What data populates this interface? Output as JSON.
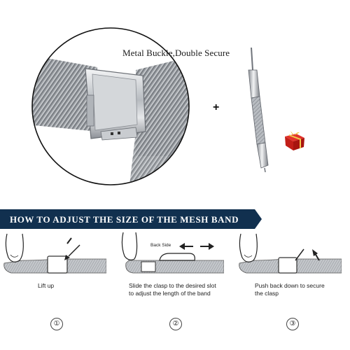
{
  "product": {
    "caption": "Metal Buckle,Double Secure",
    "plus": "+"
  },
  "banner": {
    "title": "HOW TO ADJUST THE SIZE OF THE MESH BAND",
    "color": "#11304f"
  },
  "steps": [
    {
      "number": "①",
      "caption_line1": "Lift up",
      "caption_line2": ""
    },
    {
      "number": "②",
      "caption_line1": "Slide the clasp to the desired slot",
      "caption_line2": "to adjust the length of the band",
      "label": "Back Side"
    },
    {
      "number": "③",
      "caption_line1": "Push back down to secure",
      "caption_line2": "the clasp"
    }
  ],
  "icons": [
    "mesh-band-buckle-photo",
    "spring-bar-tool-icon",
    "gift-box-icon",
    "finger-icon",
    "arrow-icon"
  ]
}
